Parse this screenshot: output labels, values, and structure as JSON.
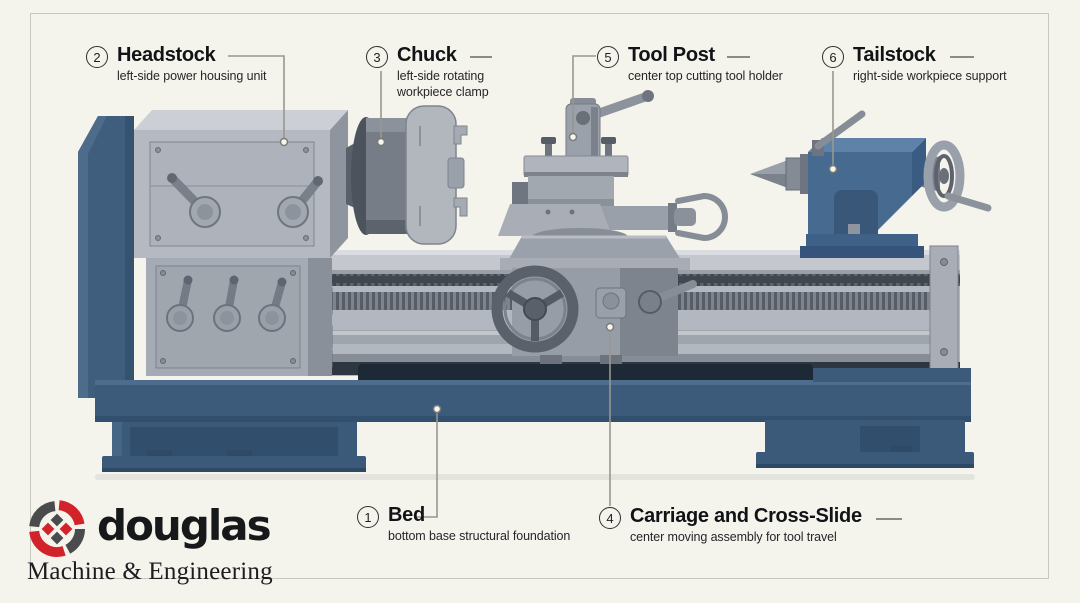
{
  "labels": [
    {
      "num": "2",
      "title": "Headstock",
      "desc": "left-side power housing unit"
    },
    {
      "num": "3",
      "title": "Chuck",
      "desc": "left-side rotating workpiece clamp"
    },
    {
      "num": "5",
      "title": "Tool Post",
      "desc": "center top cutting tool holder"
    },
    {
      "num": "6",
      "title": "Tailstock",
      "desc": "right-side workpiece support"
    },
    {
      "num": "1",
      "title": "Bed",
      "desc": "bottom base structural foundation"
    },
    {
      "num": "4",
      "title": "Carriage and Cross-Slide",
      "desc": "center moving assembly for tool travel"
    }
  ],
  "logo": {
    "brand": "douglas",
    "tagline": "Machine & Engineering"
  },
  "colors": {
    "background": "#f4f3ec",
    "frame_border": "#c9c8c0",
    "machine_blue": "#3c5a7a",
    "machine_gray": "#b4b9c1",
    "leader_line": "#98978f",
    "label_text": "#141518",
    "logo_red": "#d2232a",
    "logo_gray": "#4a4b4d"
  }
}
